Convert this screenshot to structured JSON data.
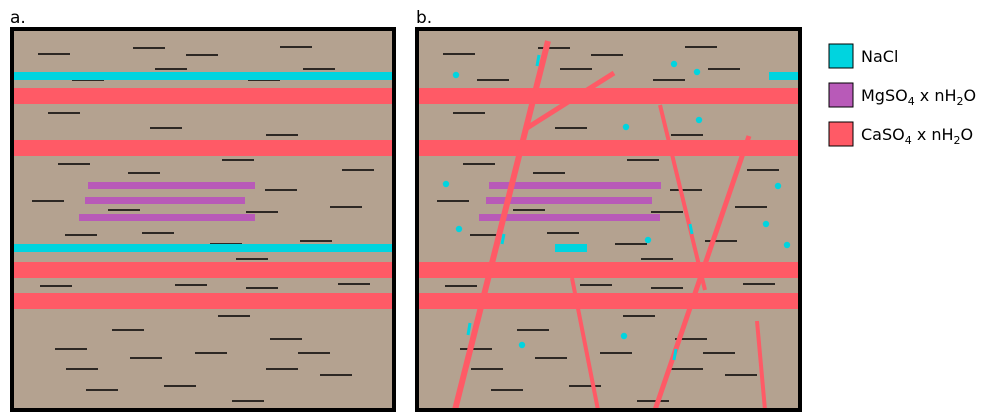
{
  "panels": [
    {
      "label": "a."
    },
    {
      "label": "b."
    }
  ],
  "legend": [
    {
      "key": "nacl",
      "name": "NaCl",
      "color": "#00d4df"
    },
    {
      "key": "mgso4",
      "name": "MgSO",
      "sub1": "4",
      "mid": " x nH",
      "sub2": "2",
      "end": "O",
      "color": "#b85ab8"
    },
    {
      "key": "caso4",
      "name": "CaSO",
      "sub1": "4",
      "mid": " x nH",
      "sub2": "2",
      "end": "O",
      "color": "#ff5a66"
    }
  ],
  "colors": {
    "background": "#b4a290",
    "border": "#000000",
    "nacl": "#00d4df",
    "mgso4": "#b85ab8",
    "caso4": "#ff5a66",
    "dash": "#000000"
  }
}
